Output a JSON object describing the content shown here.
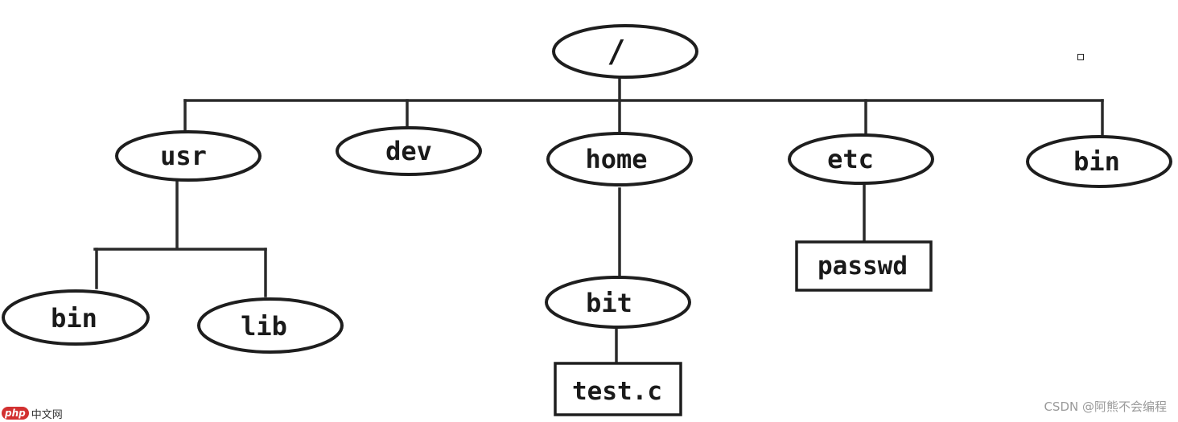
{
  "tree": {
    "root": {
      "label": "/"
    },
    "level1": [
      {
        "key": "usr",
        "label": "usr"
      },
      {
        "key": "dev",
        "label": "dev"
      },
      {
        "key": "home",
        "label": "home"
      },
      {
        "key": "etc",
        "label": "etc"
      },
      {
        "key": "bin",
        "label": "bin"
      }
    ],
    "usr_children": [
      {
        "key": "usr-bin",
        "label": "bin"
      },
      {
        "key": "usr-lib",
        "label": "lib"
      }
    ],
    "home_children": [
      {
        "key": "bit",
        "label": "bit"
      }
    ],
    "bit_children": [
      {
        "key": "test-c",
        "label": "test.c"
      }
    ],
    "etc_children": [
      {
        "key": "passwd",
        "label": "passwd"
      }
    ]
  },
  "watermarks": {
    "logo_badge": "php",
    "logo_text": "中文网",
    "credit": "CSDN @阿熊不会编程"
  }
}
